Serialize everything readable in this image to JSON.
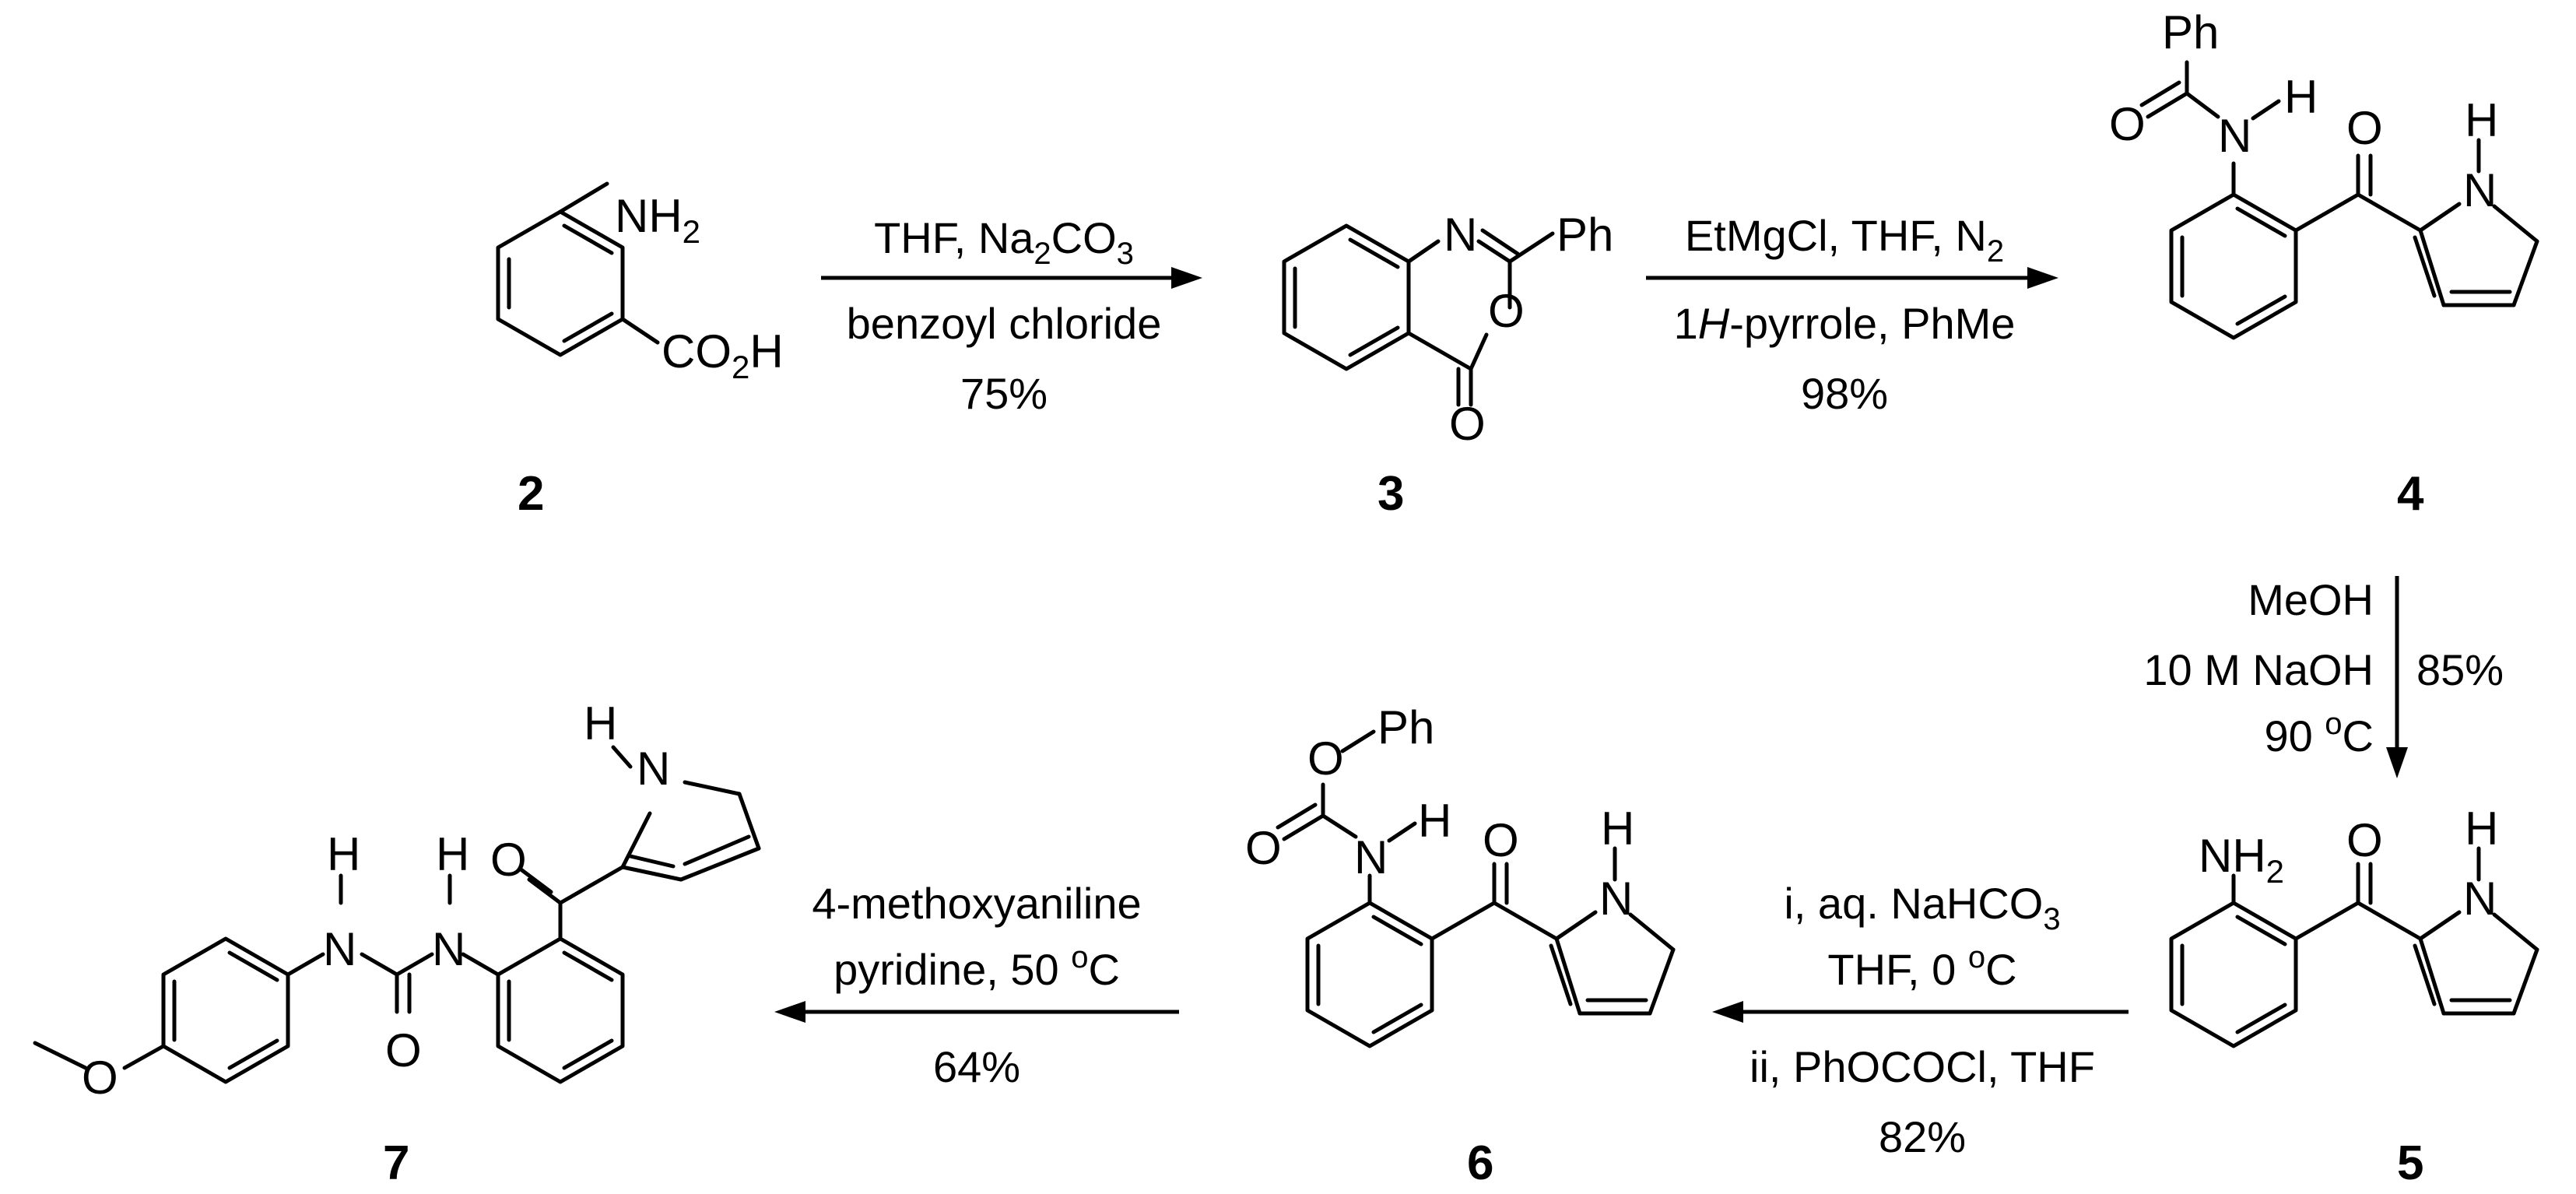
{
  "compounds": [
    {
      "id": "2",
      "label": "2",
      "substituents": {
        "nh2": "NH",
        "nh2_sub": "2",
        "co2h_a": "CO",
        "co2h_sub": "2",
        "co2h_b": "H"
      }
    },
    {
      "id": "3",
      "label": "3",
      "atoms": {
        "n": "N",
        "o_ring": "O",
        "o_carbonyl": "O",
        "ph": "Ph"
      }
    },
    {
      "id": "4",
      "label": "4",
      "atoms": {
        "ph": "Ph",
        "o_amide": "O",
        "n_amide": "N",
        "h_amide": "H",
        "o_ketone": "O",
        "n_pyrrole": "N",
        "h_pyrrole": "H"
      }
    },
    {
      "id": "5",
      "label": "5",
      "atoms": {
        "nh2": "NH",
        "nh2_sub": "2",
        "o_ketone": "O",
        "n_pyrrole": "N",
        "h_pyrrole": "H"
      }
    },
    {
      "id": "6",
      "label": "6",
      "atoms": {
        "ph": "Ph",
        "o_ester": "O",
        "o_carbonyl": "O",
        "n_carbamate": "N",
        "h_carbamate": "H",
        "o_ketone": "O",
        "n_pyrrole": "N",
        "h_pyrrole": "H"
      }
    },
    {
      "id": "7",
      "label": "7",
      "atoms": {
        "o_methoxy": "O",
        "n1": "N",
        "h1": "H",
        "n2": "N",
        "h2": "H",
        "o_urea": "O",
        "o_ketone": "O",
        "n_pyrrole": "N",
        "h_pyrrole": "H"
      }
    }
  ],
  "reactions": [
    {
      "id": "r1",
      "from": "2",
      "to": "3",
      "above_a": "THF,  Na",
      "above_sub": "2",
      "above_b": "CO",
      "above_sub2": "3",
      "below": [
        "benzoyl chloride",
        "75%"
      ]
    },
    {
      "id": "r2",
      "from": "3",
      "to": "4",
      "above_a": "EtMgCl, THF,  N",
      "above_sub": "2",
      "below_a": "1",
      "below_italic": "H",
      "below_b": "-pyrrole, PhMe",
      "yield": "98%"
    },
    {
      "id": "r3",
      "from": "4",
      "to": "5",
      "left": [
        "MeOH",
        "10 M NaOH"
      ],
      "temp_a": "90 ",
      "temp_sup": "o",
      "temp_b": "C",
      "yield": "85%"
    },
    {
      "id": "r4",
      "from": "5",
      "to": "6",
      "above1_a": "i, aq. NaHCO",
      "above1_sub": "3",
      "above2_a": "THF,  0 ",
      "above2_sup": "o",
      "above2_b": "C",
      "below": [
        "ii, PhOCOCl, THF",
        "82%"
      ]
    },
    {
      "id": "r5",
      "from": "6",
      "to": "7",
      "above1": "4-methoxyaniline",
      "above2_a": "pyridine, 50 ",
      "above2_sup": "o",
      "above2_b": "C",
      "yield": "64%"
    }
  ]
}
